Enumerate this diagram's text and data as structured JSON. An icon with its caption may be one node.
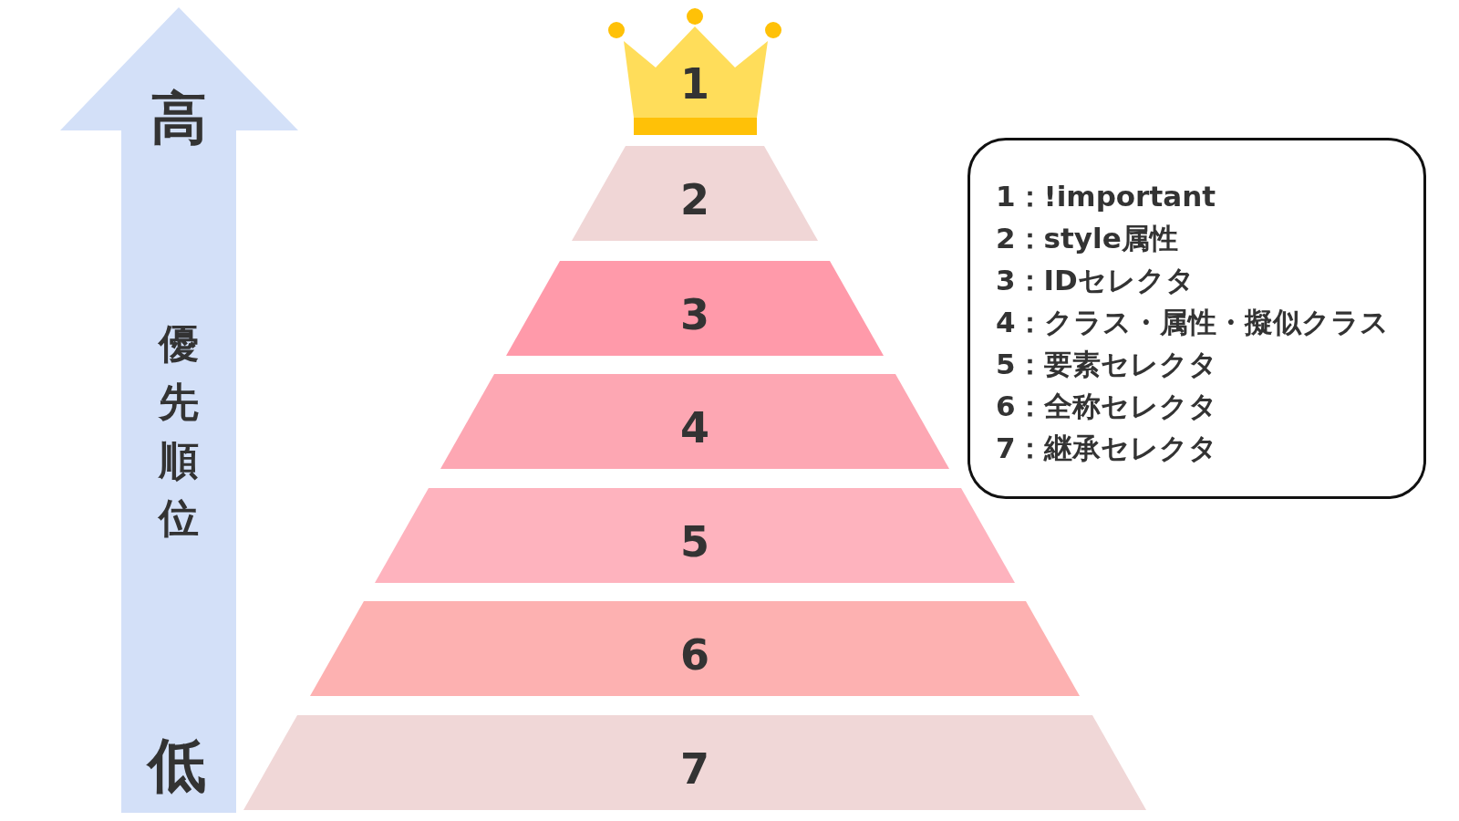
{
  "diagram": {
    "nodes": [
      {
        "text": [
          "高",
          "優先順位",
          "低"
        ]
      },
      {
        "text": [
          "1"
        ]
      },
      {
        "text": [
          "2"
        ]
      },
      {
        "text": [
          "3"
        ]
      },
      {
        "text": [
          "4"
        ]
      },
      {
        "text": [
          "5"
        ]
      },
      {
        "text": [
          "6"
        ]
      },
      {
        "text": [
          "7"
        ]
      },
      {
        "text": [
          "1：!important",
          "2：style属性",
          "3：IDセレクタ",
          "4：クラス・属性・擬似クラス",
          "5：要素セレクタ",
          "6：全称セレクタ",
          "7：継承セレクタ"
        ]
      }
    ]
  }
}
